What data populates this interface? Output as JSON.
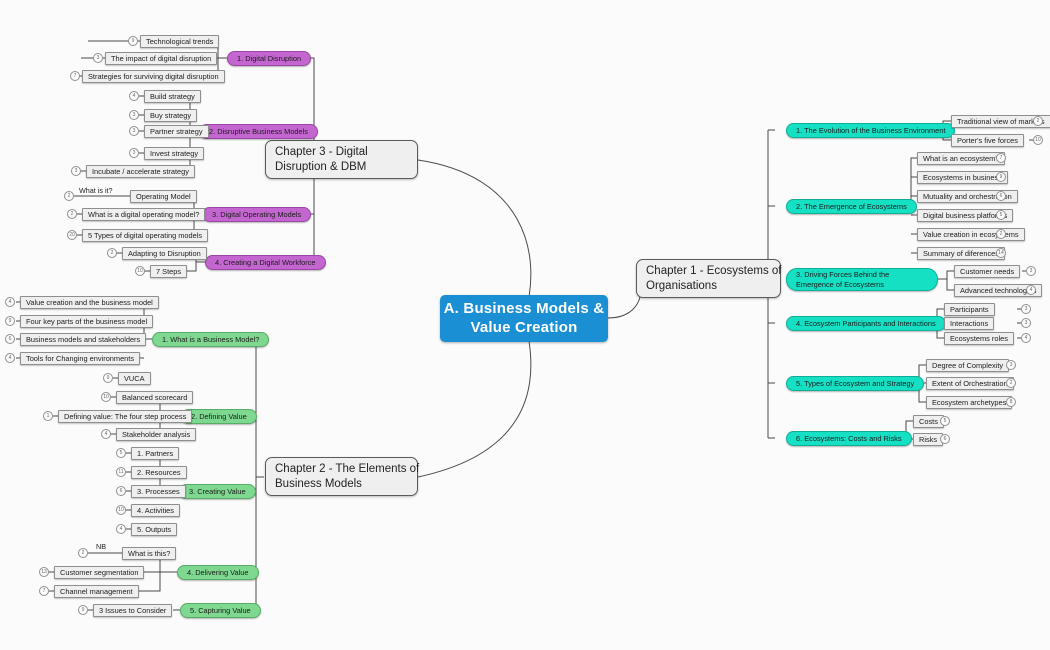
{
  "diagram": {
    "type": "mind-map",
    "title": "A. Business Models & Value Creation",
    "colors": {
      "root": "#1a8fd4",
      "chapter_box": "#efefef",
      "teal": "#16e0c4",
      "purple": "#c466cf",
      "green": "#7fd88f",
      "leaf": "#efefef",
      "connector": "#4a4a4a",
      "background": "#fbfbfb"
    }
  },
  "root": {
    "line1": "A. Business Models &",
    "line2": "Value Creation"
  },
  "chapters": {
    "ch3": {
      "line1": "Chapter 3 - Digital",
      "line2": "Disruption & DBM"
    },
    "ch1": {
      "line1": "Chapter 1 - Ecosystems of",
      "line2": "Organisations"
    },
    "ch2": {
      "line1": "Chapter 2 - The Elements of",
      "line2": "Business Models"
    }
  },
  "ch3_topics": [
    {
      "label": "1. Digital Disruption",
      "color": "purple",
      "leaves": [
        {
          "label": "Technological trends",
          "badge": "9"
        },
        {
          "label": "The impact of digital disruption",
          "badge": "3"
        },
        {
          "label": "Strategies for surviving digital disruption",
          "badge": "7"
        }
      ]
    },
    {
      "label": "2. Disruptive Business Models",
      "color": "purple",
      "leaves": [
        {
          "label": "Build strategy",
          "badge": "4"
        },
        {
          "label": "Buy strategy",
          "badge": "3"
        },
        {
          "label": "Partner strategy",
          "badge": "3"
        },
        {
          "label": "Invest strategy",
          "badge": "3"
        },
        {
          "label": "Incubate / accelerate strategy",
          "badge": "3"
        }
      ]
    },
    {
      "label": "3. Digital Operating Models",
      "color": "purple",
      "leaves": [
        {
          "label": "Operating Model",
          "badge": "2",
          "note": "What is it?"
        },
        {
          "label": "What is a digital operating model?",
          "badge": "2"
        },
        {
          "label": "5 Types of digital operating models",
          "badge": "20"
        }
      ]
    },
    {
      "label": "4. Creating a Digital Workforce",
      "color": "purple",
      "leaves": [
        {
          "label": "Adapting to Disruption",
          "badge": "2"
        },
        {
          "label": "7 Steps",
          "badge": "10"
        }
      ]
    }
  ],
  "ch2_topics": [
    {
      "label": "1. What is a Business Model?",
      "color": "green",
      "leaves": [
        {
          "label": "Value creation and the business model",
          "badge": "4"
        },
        {
          "label": "Four key parts of the business model",
          "badge": "9"
        },
        {
          "label": "Business models and stakeholders",
          "badge": "6"
        },
        {
          "label": "Tools for Changing environments",
          "badge": "4"
        },
        {
          "label": "VUCA",
          "badge": "9"
        }
      ]
    },
    {
      "label": "2. Defining Value",
      "color": "green",
      "leaves": [
        {
          "label": "Balanced scorecard",
          "badge": "10"
        },
        {
          "label": "Defining value: The four step process",
          "badge": "1"
        },
        {
          "label": "Stakeholder analysis",
          "badge": "4"
        }
      ]
    },
    {
      "label": "3. Creating Value",
      "color": "green",
      "leaves": [
        {
          "label": "1. Partners",
          "badge": "5"
        },
        {
          "label": "2. Resources",
          "badge": "11"
        },
        {
          "label": "3. Processes",
          "badge": "6"
        },
        {
          "label": "4. Activities",
          "badge": "10"
        },
        {
          "label": "5. Outputs",
          "badge": "4"
        }
      ]
    },
    {
      "label": "4. Delivering Value",
      "color": "green",
      "leaves": [
        {
          "label": "What is this?",
          "badge": "2",
          "note": "NB"
        },
        {
          "label": "Customer segmentation",
          "badge": "13"
        },
        {
          "label": "Channel management",
          "badge": "7"
        }
      ]
    },
    {
      "label": "5. Capturing Value",
      "color": "green",
      "leaves": [
        {
          "label": "3 Issues to Consider",
          "badge": "9"
        }
      ]
    }
  ],
  "ch1_topics": [
    {
      "label": "1. The Evolution of the Business Environment",
      "color": "teal",
      "leaves": [
        {
          "label": "Traditional view of markets",
          "badge": "2"
        },
        {
          "label": "Porter's five forces",
          "badge": "10"
        }
      ]
    },
    {
      "label": "2. The Emergence of Ecosystems",
      "color": "teal",
      "leaves": [
        {
          "label": "What is an ecosystem?",
          "badge": "7"
        },
        {
          "label": "Ecosystems in business",
          "badge": "9"
        },
        {
          "label": "Mutuality and orchestration",
          "badge": "6"
        },
        {
          "label": "Digital business platforms",
          "badge": "5"
        },
        {
          "label": "Value creation in ecosystems",
          "badge": "2"
        },
        {
          "label": "Summary of diferences",
          "badge": "14"
        }
      ]
    },
    {
      "label": "3. Driving Forces Behind the Emergence of Ecosystems",
      "color": "teal",
      "leaves": [
        {
          "label": "Customer needs",
          "badge": "3"
        },
        {
          "label": "Advanced technologies",
          "badge": "4"
        }
      ]
    },
    {
      "label": "4. Ecosystem Participants and Interactions",
      "color": "teal",
      "leaves": [
        {
          "label": "Participants",
          "badge": "3"
        },
        {
          "label": "Interactions",
          "badge": "3"
        },
        {
          "label": "Ecosystems roles",
          "badge": "4"
        }
      ]
    },
    {
      "label": "5. Types of Ecosystem and Strategy",
      "color": "teal",
      "leaves": [
        {
          "label": "Degree of Complexity",
          "badge": "3"
        },
        {
          "label": "Extent of Orchestration",
          "badge": "2"
        },
        {
          "label": "Ecosystem archetypes",
          "badge": "8"
        }
      ]
    },
    {
      "label": "6. Ecosystems: Costs and Risks",
      "color": "teal",
      "leaves": [
        {
          "label": "Costs",
          "badge": "5"
        },
        {
          "label": "Risks",
          "badge": "6"
        }
      ]
    }
  ]
}
